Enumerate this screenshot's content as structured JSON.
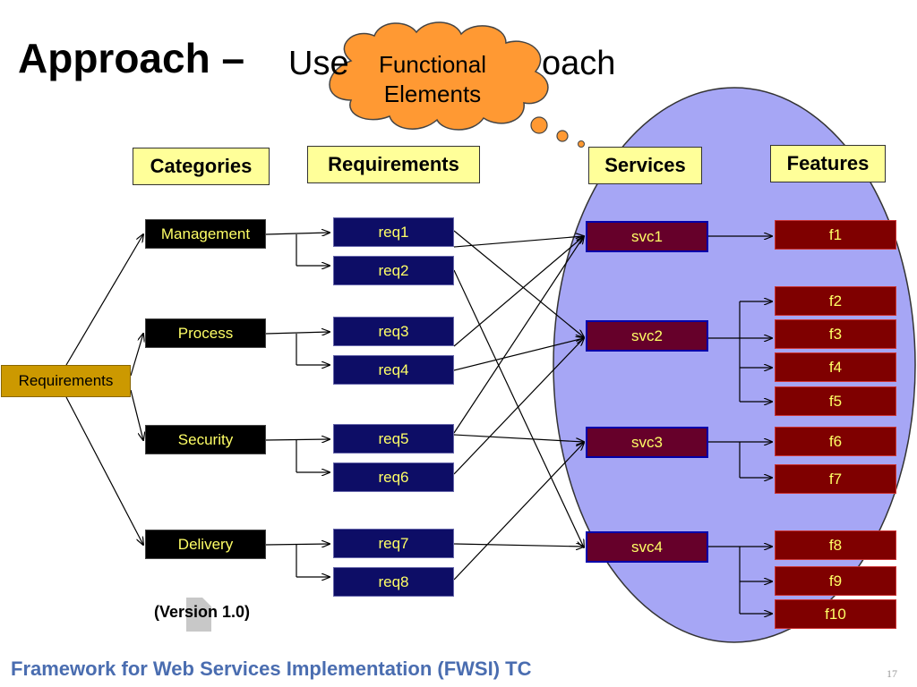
{
  "title": {
    "bold": "Approach –",
    "rest": "Use",
    "rest_tail": "oach"
  },
  "cloud": {
    "line1": "Functional",
    "line2": "Elements"
  },
  "headers": {
    "categories": "Categories",
    "requirements": "Requirements",
    "services": "Services",
    "features": "Features"
  },
  "root": "Requirements",
  "categories": [
    "Management",
    "Process",
    "Security",
    "Delivery"
  ],
  "requirements": [
    "req1",
    "req2",
    "req3",
    "req4",
    "req5",
    "req6",
    "req7",
    "req8"
  ],
  "services": [
    "svc1",
    "svc2",
    "svc3",
    "svc4"
  ],
  "features": [
    "f1",
    "f2",
    "f3",
    "f4",
    "f5",
    "f6",
    "f7",
    "f8",
    "f9",
    "f10"
  ],
  "version": "(Version 1.0)",
  "footer": "Framework for Web Services Implementation (FWSI) TC",
  "page_number": "17",
  "colors": {
    "header_fill": "#ffff99",
    "category_fill": "#000000",
    "requirement_fill": "#0d0d66",
    "service_fill": "#66002a",
    "feature_fill": "#7f0000",
    "root_fill": "#cc9900",
    "cloud_fill": "#ff9933",
    "ellipse_fill": "#a6a6f5",
    "box_text": "#ffff66",
    "footer_text": "#4a6db0"
  }
}
